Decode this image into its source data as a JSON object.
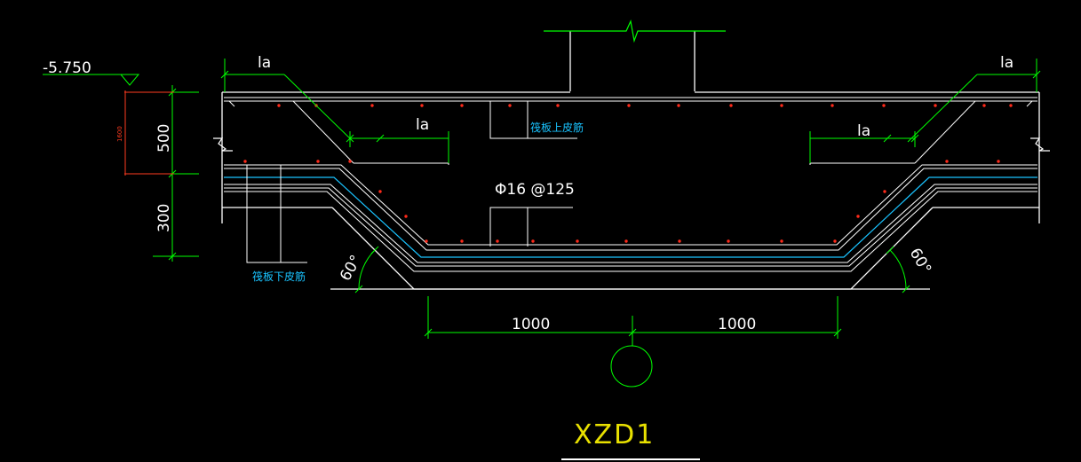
{
  "drawing": {
    "title": "XZD1",
    "elevation": "-5.750",
    "anchorage_label": "la",
    "rebar_spec": "Φ16 @125",
    "raft_top_bar": "筏板上皮筋",
    "raft_bottom_bar": "筏板下皮筋",
    "red_dim": "1600",
    "dim_left_upper": "500",
    "dim_left_lower": "300",
    "dim_bottom_left": "1000",
    "dim_bottom_right": "1000",
    "angle_left": "60°",
    "angle_right": "60°"
  },
  "colors": {
    "background": "#000000",
    "dimension": "#00ff00",
    "structure": "#ffffff",
    "rebar_dots": "#ff0000",
    "cyan_bars": "#19c3ff",
    "title": "#e8e000",
    "red_dim": "#ff3b1f"
  }
}
